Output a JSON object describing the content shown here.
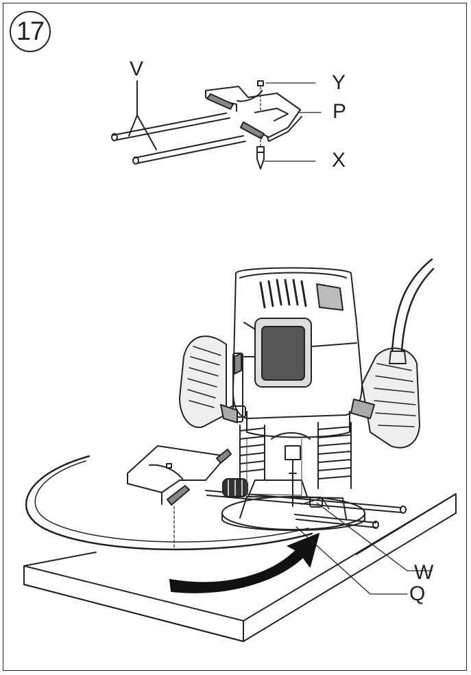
{
  "figure": {
    "number": "17",
    "labels": {
      "v": "V",
      "y": "Y",
      "p": "P",
      "x": "X",
      "w": "W",
      "q": "Q"
    }
  }
}
